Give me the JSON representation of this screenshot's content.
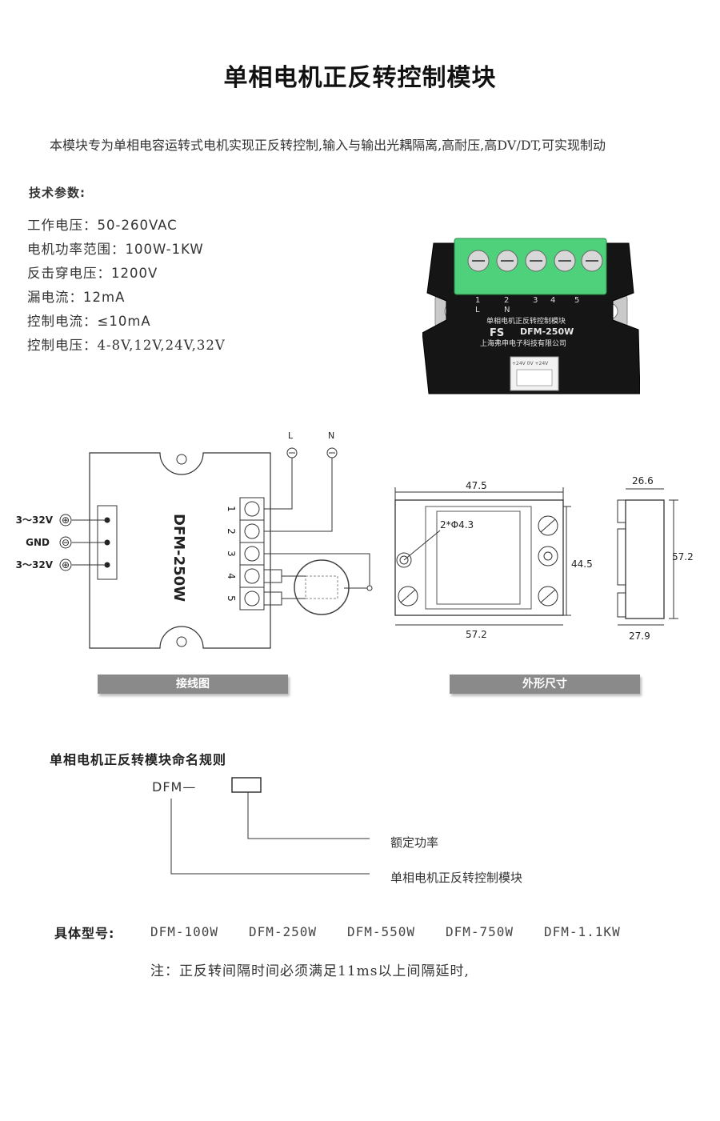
{
  "title": "单相电机正反转控制模块",
  "intro": "本模块专为单相电容运转式电机实现正反转控制,输入与输出光耦隔离,高耐压,高DV/DT,可实现制动",
  "specs": {
    "heading": "技术参数:",
    "items": [
      "工作电压：50-260VAC",
      "电机功率范围：100W-1KW",
      "反击穿电压：1200V",
      "漏电流：12mA",
      "控制电流：≤10mA",
      "控制电压：4-8V,12V,24V,32V"
    ]
  },
  "product_photo": {
    "label_cn": "单相电机正反转控制模块",
    "brand": "FS",
    "model": "DFM-250W",
    "maker": "上海弗申电子科技有限公司",
    "terminals": [
      "1",
      "2",
      "3",
      "4",
      "5"
    ],
    "line_labels": [
      "L",
      "N"
    ],
    "connector_label": "+24V  0V  +24V"
  },
  "wiring": {
    "caption": "接线图",
    "L": "L",
    "N": "N",
    "module_text": "DFM-250W",
    "inputs": [
      "3～32V",
      "GND",
      "3～32V"
    ],
    "input_symbols": [
      "⊕",
      "⊖",
      "⊕"
    ],
    "terminals": [
      "1",
      "2",
      "3",
      "4",
      "5"
    ]
  },
  "dimensions": {
    "caption": "外形尺寸",
    "width_top": "47.5",
    "width_bottom": "57.2",
    "height": "44.5",
    "hole": "2*Φ4.3",
    "side_top": "26.6",
    "side_height": "57.2",
    "side_bottom": "27.9"
  },
  "naming": {
    "heading": "单相电机正反转模块命名规则",
    "prefix": "DFM—",
    "rated_power": "额定功率",
    "module_name": "单相电机正反转控制模块"
  },
  "models": {
    "label": "具体型号:",
    "items": [
      "DFM-100W",
      "DFM-250W",
      "DFM-550W",
      "DFM-750W",
      "DFM-1.1KW"
    ]
  },
  "note": "注：正反转间隔时间必须满足11ms以上间隔延时,"
}
